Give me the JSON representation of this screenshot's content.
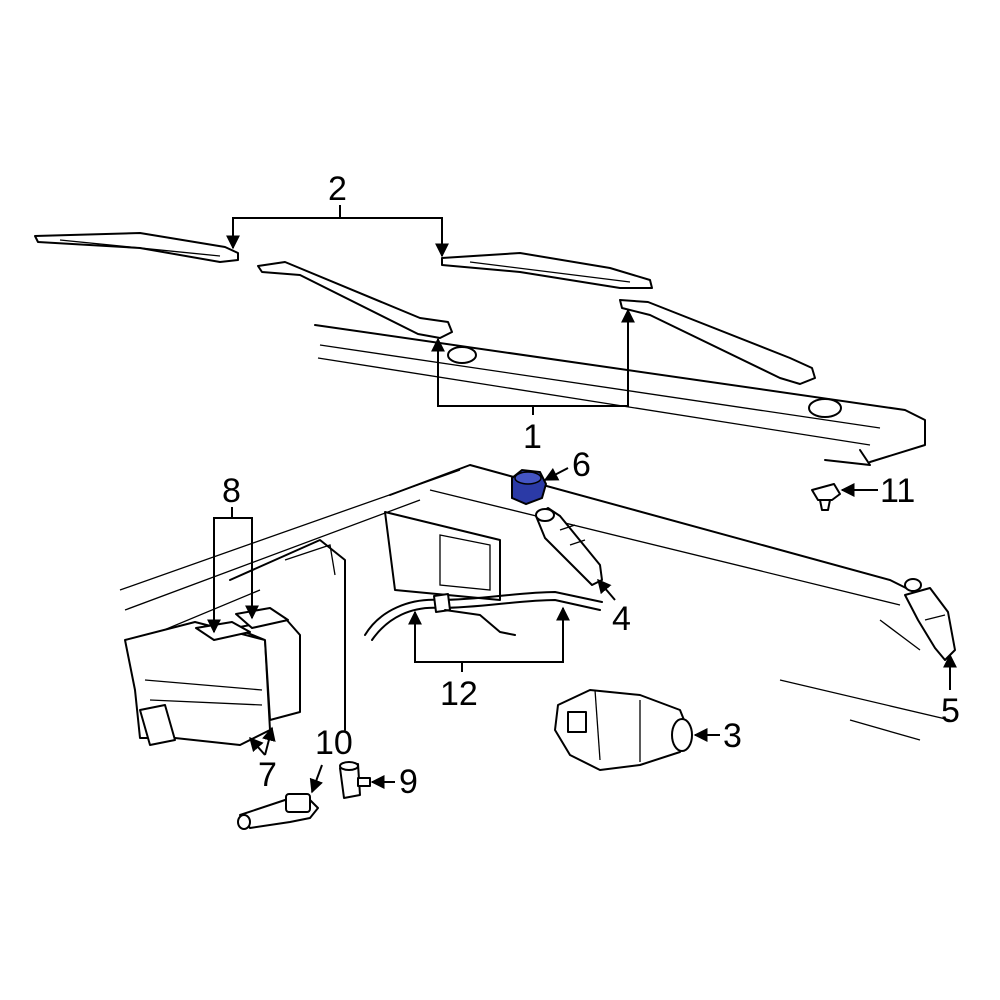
{
  "diagram": {
    "highlight_color": "#2b3aa6",
    "callouts": {
      "c1": "1",
      "c2": "2",
      "c3": "3",
      "c4": "4",
      "c5": "5",
      "c6": "6",
      "c7": "7",
      "c8": "8",
      "c9": "9",
      "c10": "10",
      "c11": "11",
      "c12": "12"
    }
  }
}
